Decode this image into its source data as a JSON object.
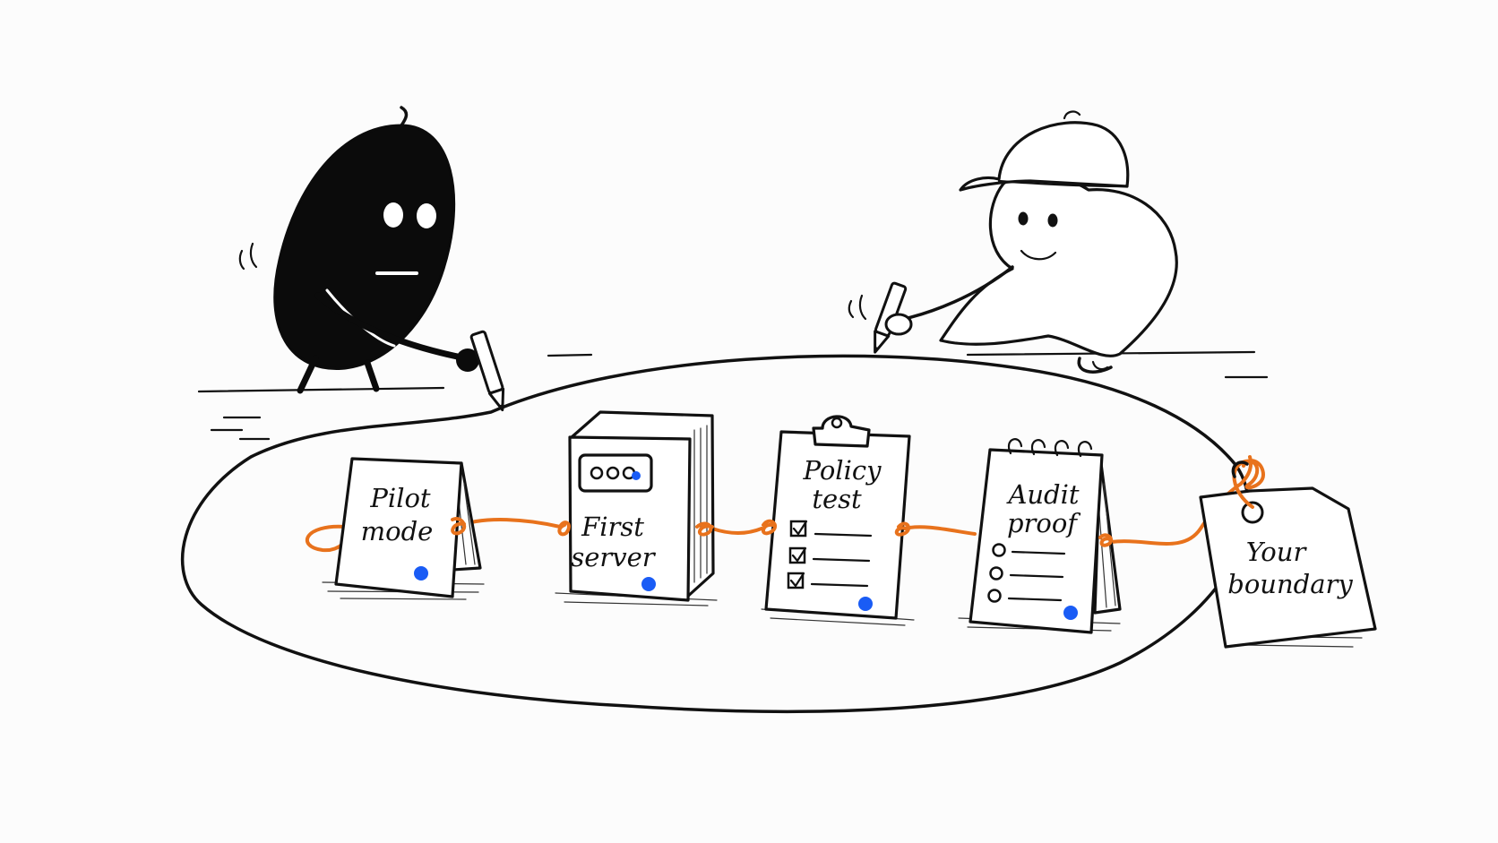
{
  "colors": {
    "ink": "#111111",
    "rope": "#e8721c",
    "dot": "#1a5cf5",
    "background": "#fcfcfc"
  },
  "characters": [
    {
      "name": "dark-blob-character",
      "holding": "pencil-icon"
    },
    {
      "name": "capped-character",
      "holding": "pencil-icon"
    }
  ],
  "steps": [
    {
      "line1": "Pilot",
      "line2": "mode",
      "icon": "tent-card-icon"
    },
    {
      "line1": "First",
      "line2": "server",
      "icon": "server-icon"
    },
    {
      "line1": "Policy",
      "line2": "test",
      "icon": "clipboard-icon"
    },
    {
      "line1": "Audit",
      "line2": "proof",
      "icon": "notepad-icon"
    }
  ],
  "tag": {
    "line1": "Your",
    "line2": "boundary",
    "icon": "luggage-tag-icon"
  }
}
